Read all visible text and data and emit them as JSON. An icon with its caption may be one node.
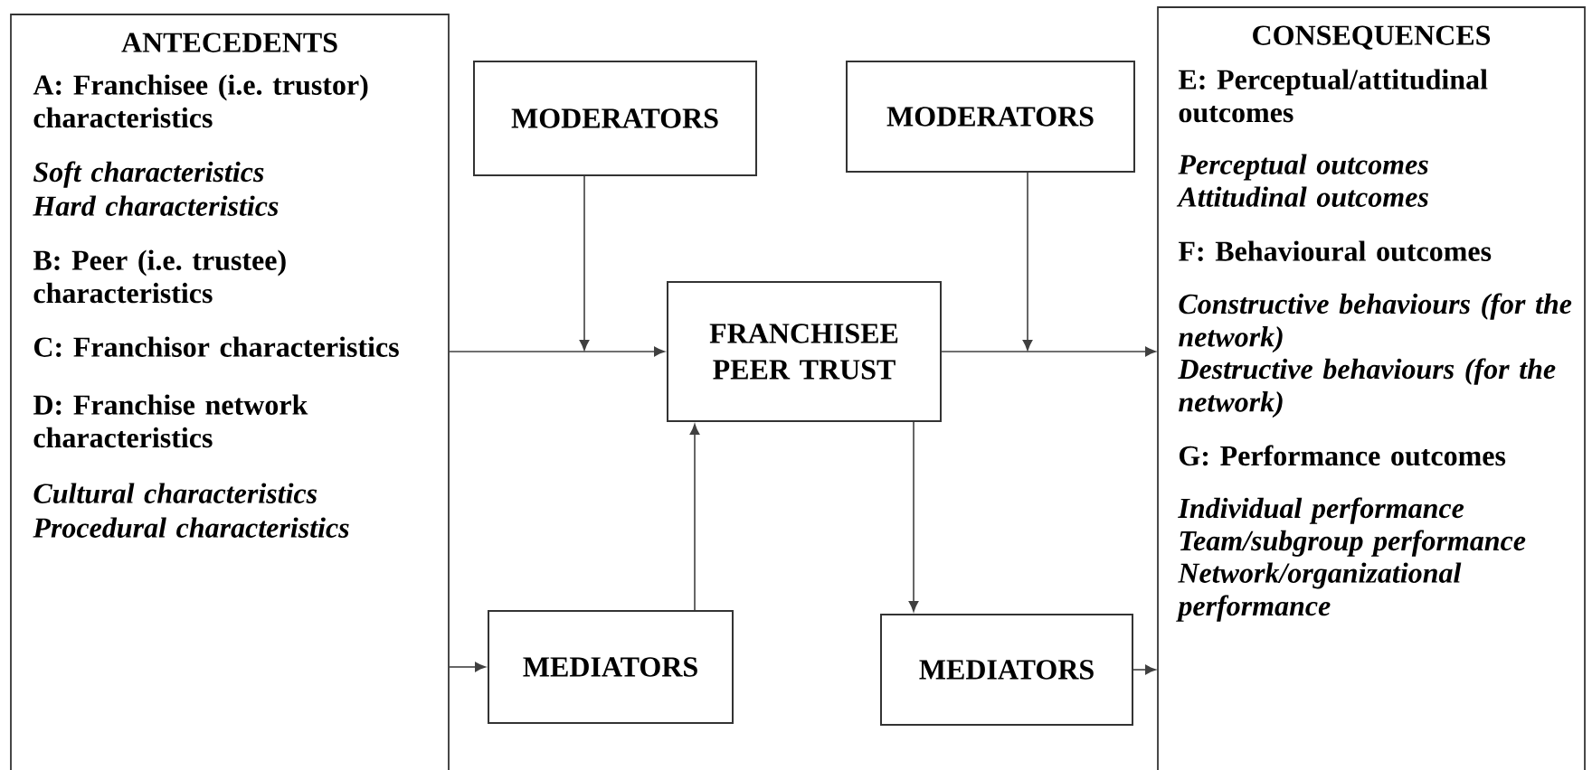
{
  "diagram": {
    "nodes": [
      {
        "text": [
          "ANTECEDENTS",
          "A: Franchisee (i.e. trustor) characteristics",
          "Soft characteristics",
          "Hard characteristics",
          "B: Peer (i.e. trustee) characteristics",
          "C: Franchisor characteristics",
          "D: Franchise network characteristics",
          "Cultural characteristics",
          "Procedural characteristics"
        ]
      },
      {
        "text": [
          "MODERATORS"
        ]
      },
      {
        "text": [
          "MODERATORS"
        ]
      },
      {
        "text": [
          "FRANCHISEE PEER TRUST"
        ]
      },
      {
        "text": [
          "MEDIATORS"
        ]
      },
      {
        "text": [
          "MEDIATORS"
        ]
      },
      {
        "text": [
          "CONSEQUENCES",
          "E: Perceptual/attitudinal outcomes",
          "Perceptual outcomes",
          "Attitudinal outcomes",
          "F: Behavioural outcomes",
          "Constructive behaviours (for the network)",
          "Destructive behaviours (for the network)",
          "G: Performance outcomes",
          "Individual performance",
          "Team/subgroup performance",
          "Network/organizational performance"
        ]
      }
    ],
    "edges": [
      {
        "from": 0,
        "to": 3,
        "arrow": "to"
      },
      {
        "from": 1,
        "to": null,
        "arrow": "to"
      },
      {
        "from": 3,
        "to": 6,
        "arrow": "to"
      },
      {
        "from": 2,
        "to": null,
        "arrow": "to"
      },
      {
        "from": 0,
        "to": 4,
        "arrow": "to"
      },
      {
        "from": 4,
        "to": 3,
        "arrow": "to"
      },
      {
        "from": 3,
        "to": 5,
        "arrow": "to"
      },
      {
        "from": 5,
        "to": 6,
        "arrow": "to"
      }
    ]
  }
}
